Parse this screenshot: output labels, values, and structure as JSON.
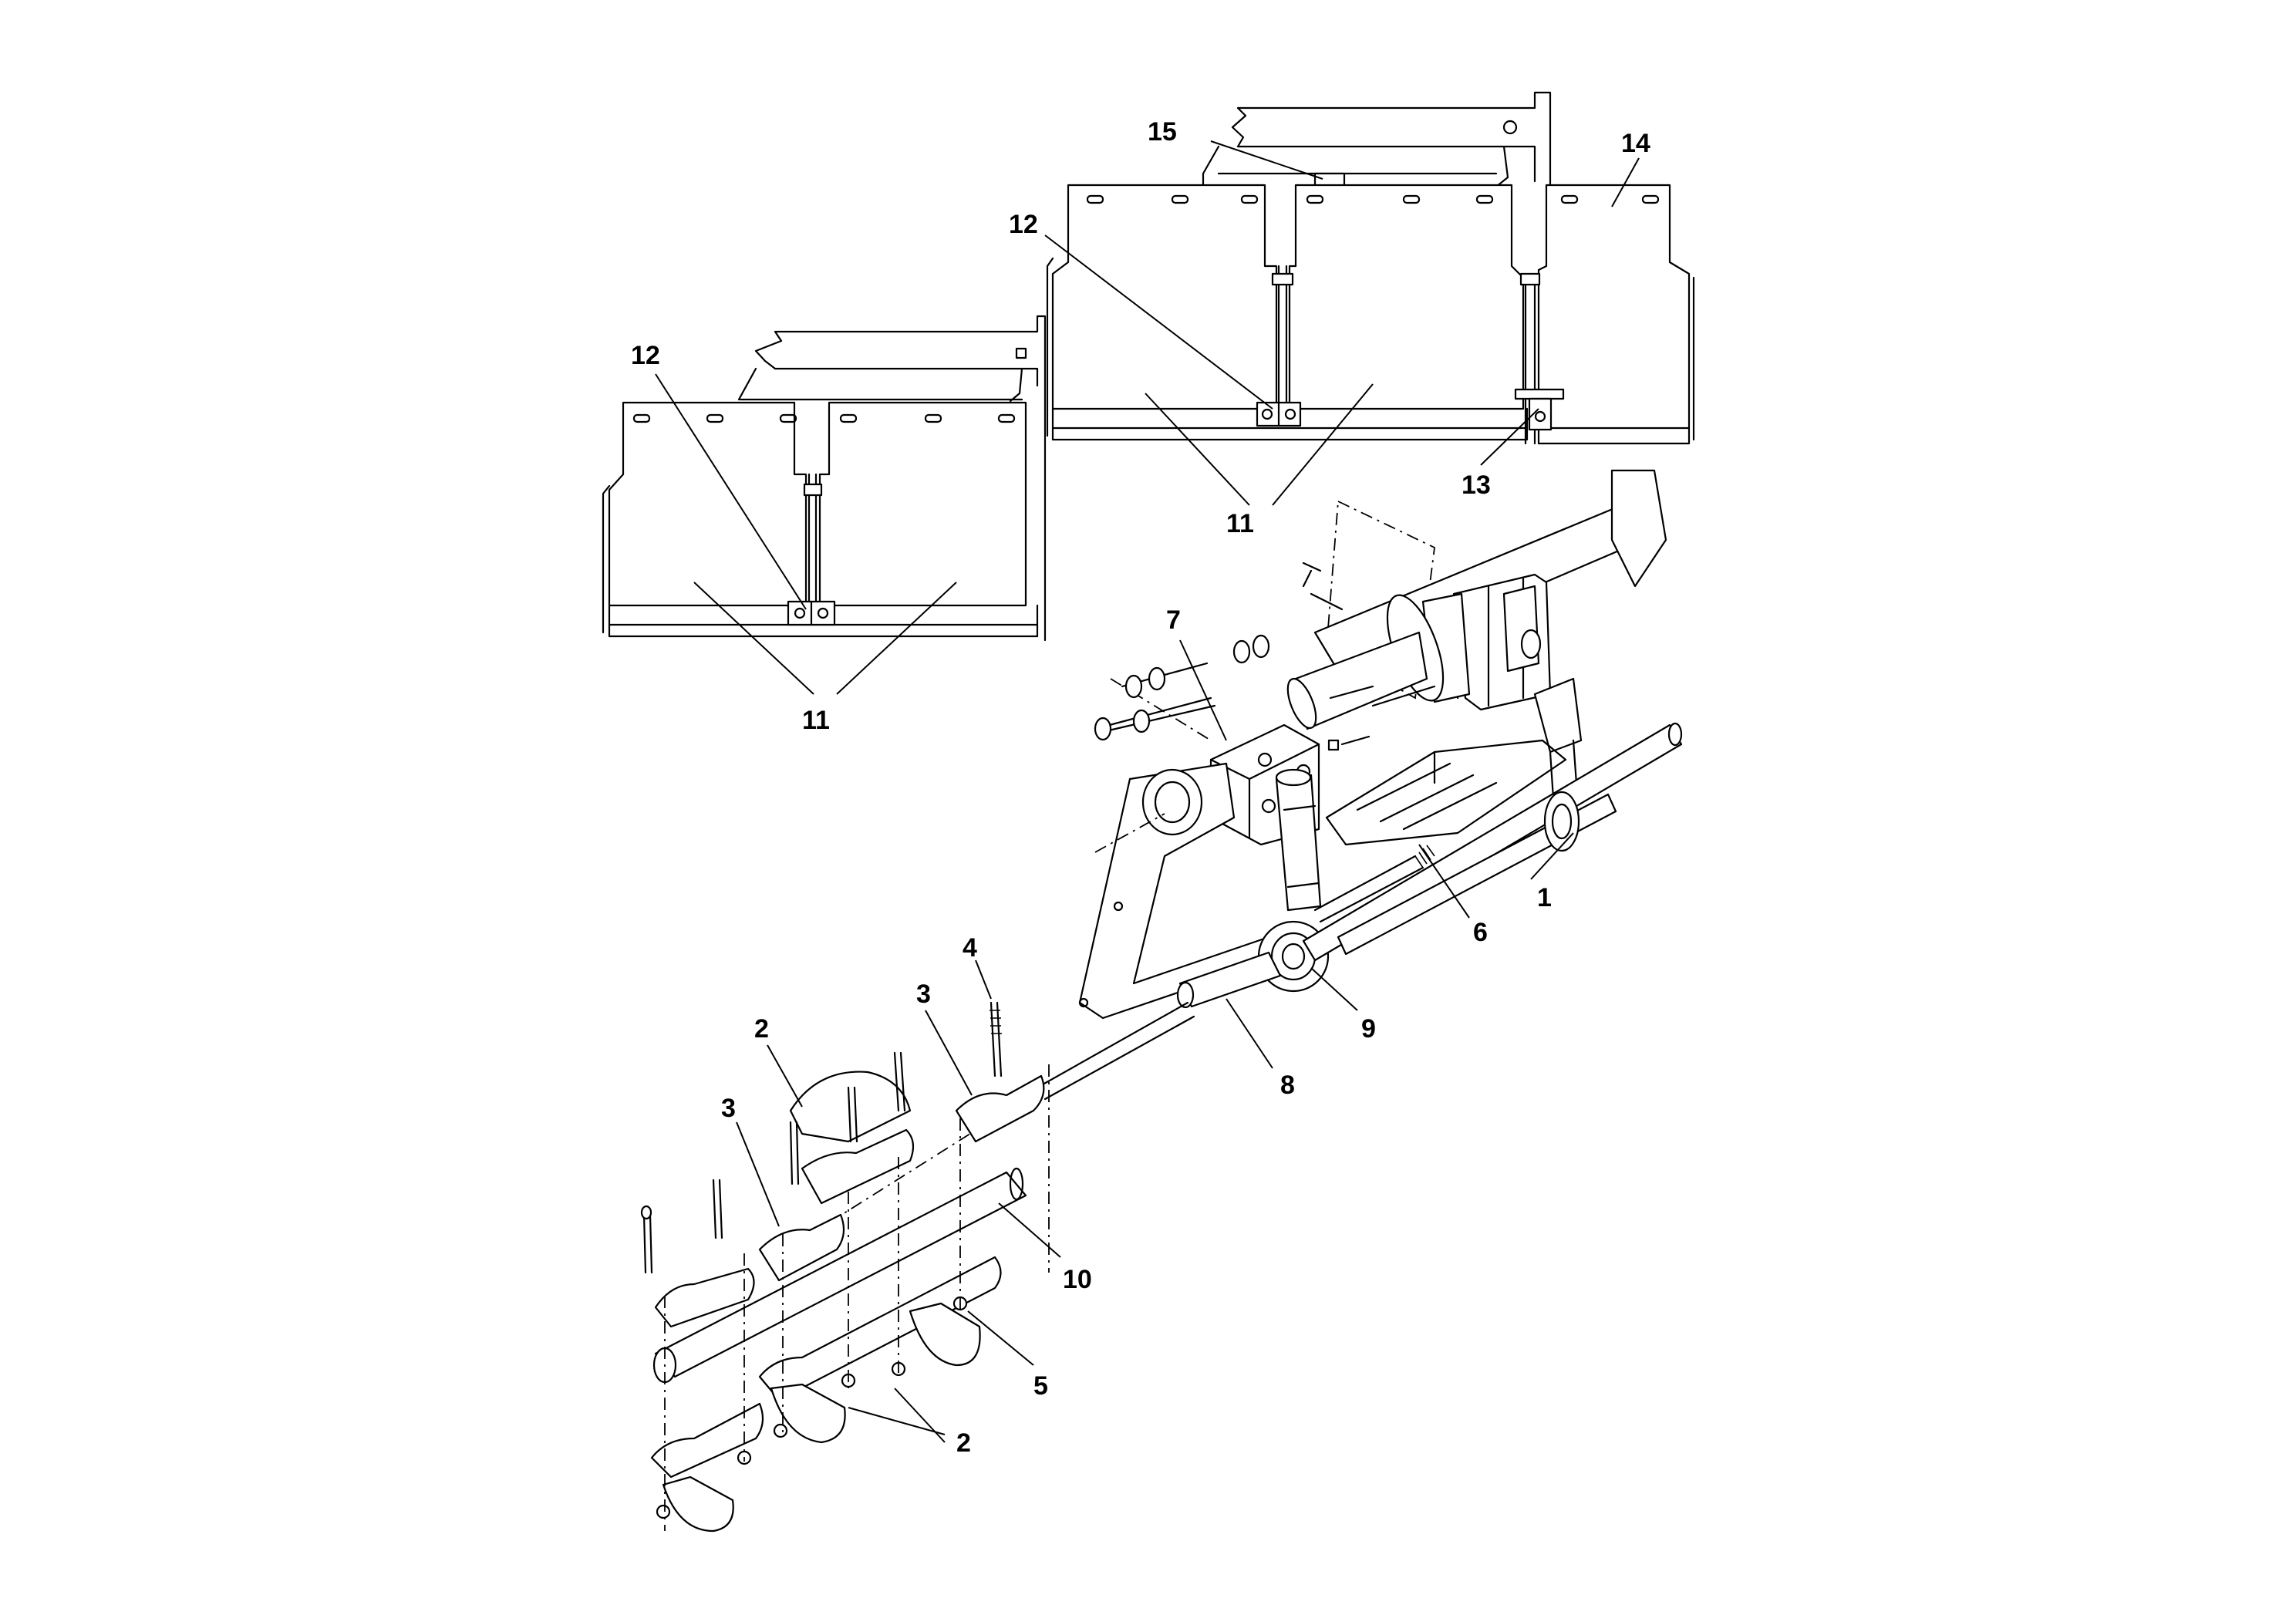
{
  "callouts": {
    "c15": "15",
    "c14": "14",
    "c12_top": "12",
    "c12_left": "12",
    "c11_top": "11",
    "c11_left": "11",
    "c13": "13",
    "c7": "7",
    "c1": "1",
    "c6": "6",
    "c9": "9",
    "c8": "8",
    "c4": "4",
    "c3_right": "3",
    "c2_top": "2",
    "c3_left": "3",
    "c10": "10",
    "c5": "5",
    "c2_bottom": "2"
  }
}
